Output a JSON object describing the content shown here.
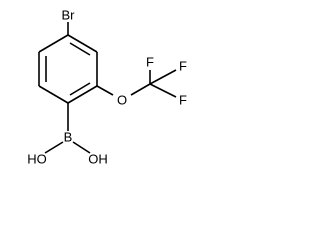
{
  "molecule": {
    "atom_labels": {
      "bromine": "Br",
      "boron": "B",
      "hydroxyl_left": "HO",
      "hydroxyl_right": "OH",
      "ether_oxygen": "O",
      "fluorine_top": "F",
      "fluorine_right_top": "F",
      "fluorine_right_bottom": "F"
    },
    "colors": {
      "bond": "#000000",
      "text": "#000000",
      "background": "#ffffff"
    }
  }
}
